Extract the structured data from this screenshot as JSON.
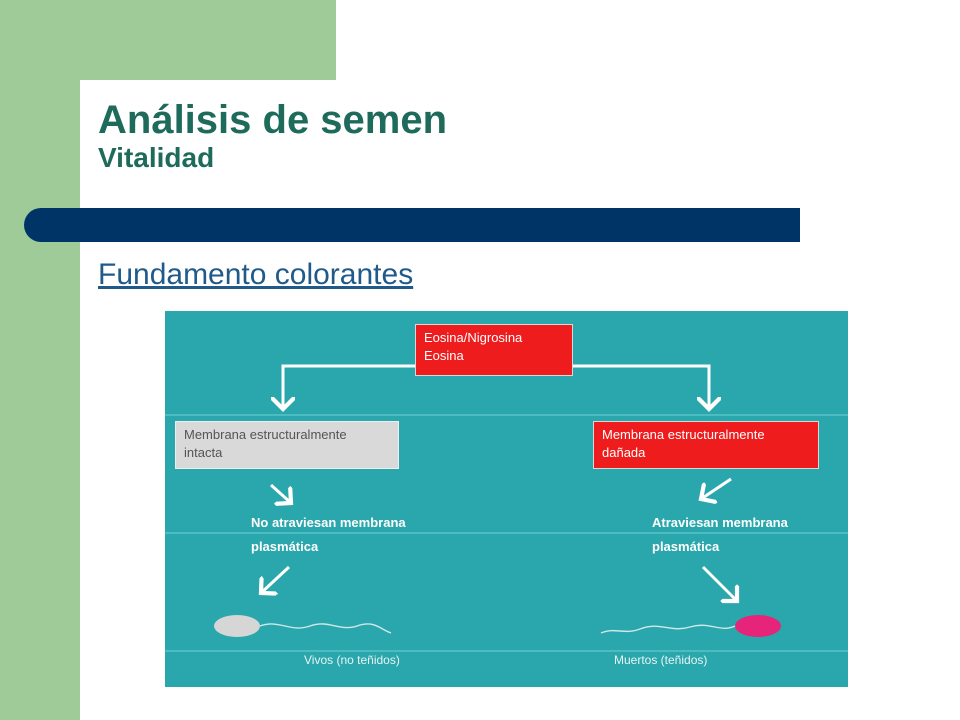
{
  "slide": {
    "title": "Análisis de semen",
    "subtitle": "Vitalidad",
    "link_text": "Fundamento colorantes"
  },
  "diagram": {
    "stain_box": {
      "line1": "Eosina/Nigrosina",
      "line2": "Eosina"
    },
    "left_box": {
      "line1": "Membrana estructuralmente",
      "line2": "intacta"
    },
    "right_box": {
      "line1": "Membrana estructuralmente",
      "line2": "dañada"
    },
    "left_result": {
      "line1": "No atraviesan membrana",
      "line2": "plasmática"
    },
    "right_result": {
      "line1": "Atraviesan membrana",
      "line2": "plasmática"
    },
    "left_label": "Vivos (no teñidos)",
    "right_label": "Muertos (teñidos)"
  },
  "colors": {
    "background_teal": "#2aa7ac",
    "stained_red": "#ee1c1c",
    "unstained_grey": "#d9d9d9",
    "dead_cell": "#e6247a",
    "title_green": "#1f6b5b",
    "bar_navy": "#003366"
  }
}
